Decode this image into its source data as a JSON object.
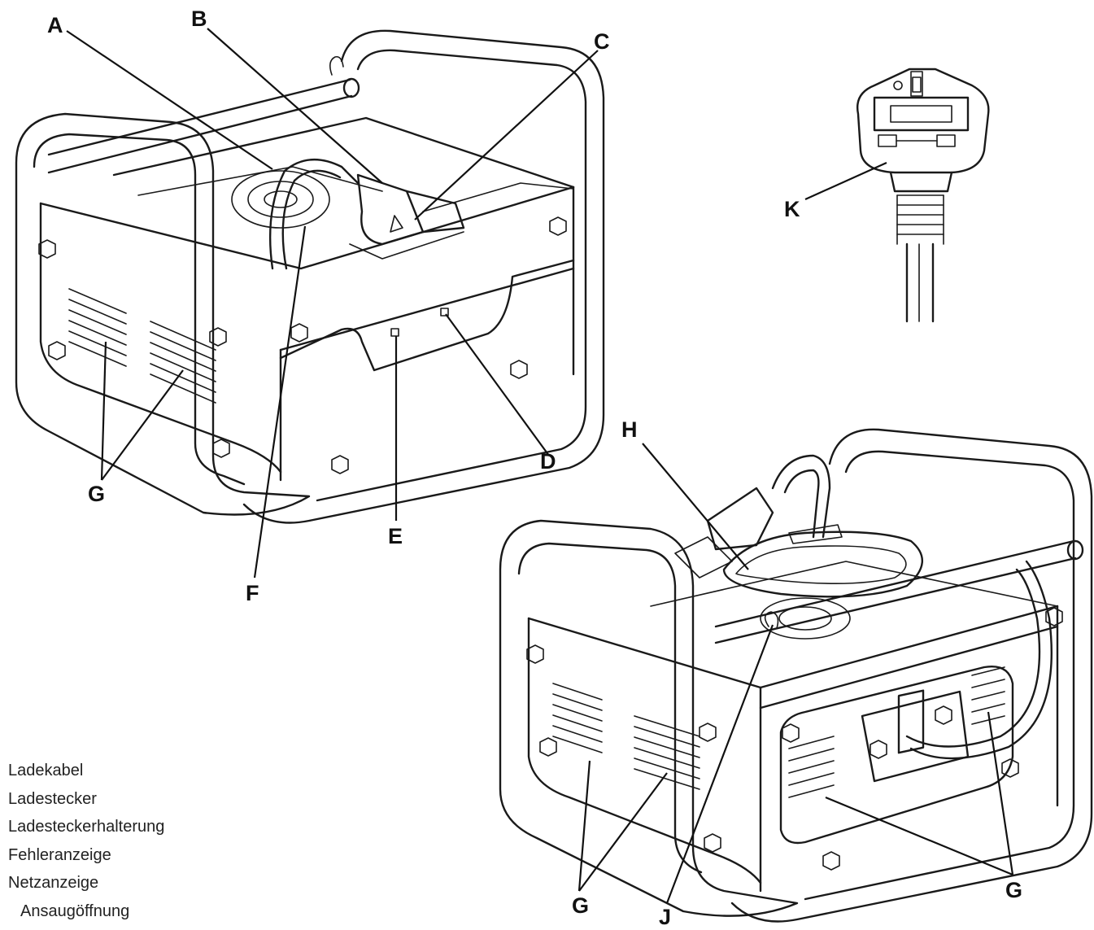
{
  "callouts": {
    "A": "A",
    "B": "B",
    "C": "C",
    "D": "D",
    "E": "E",
    "F": "F",
    "G1": "G",
    "G2": "G",
    "G3": "G",
    "H": "H",
    "J": "J",
    "K": "K"
  },
  "legend": [
    "Ladekabel",
    "Ladestecker",
    "Ladesteckerhalterung",
    "Fehleranzeige",
    "Netzanzeige",
    "Ansaugöffnung"
  ]
}
